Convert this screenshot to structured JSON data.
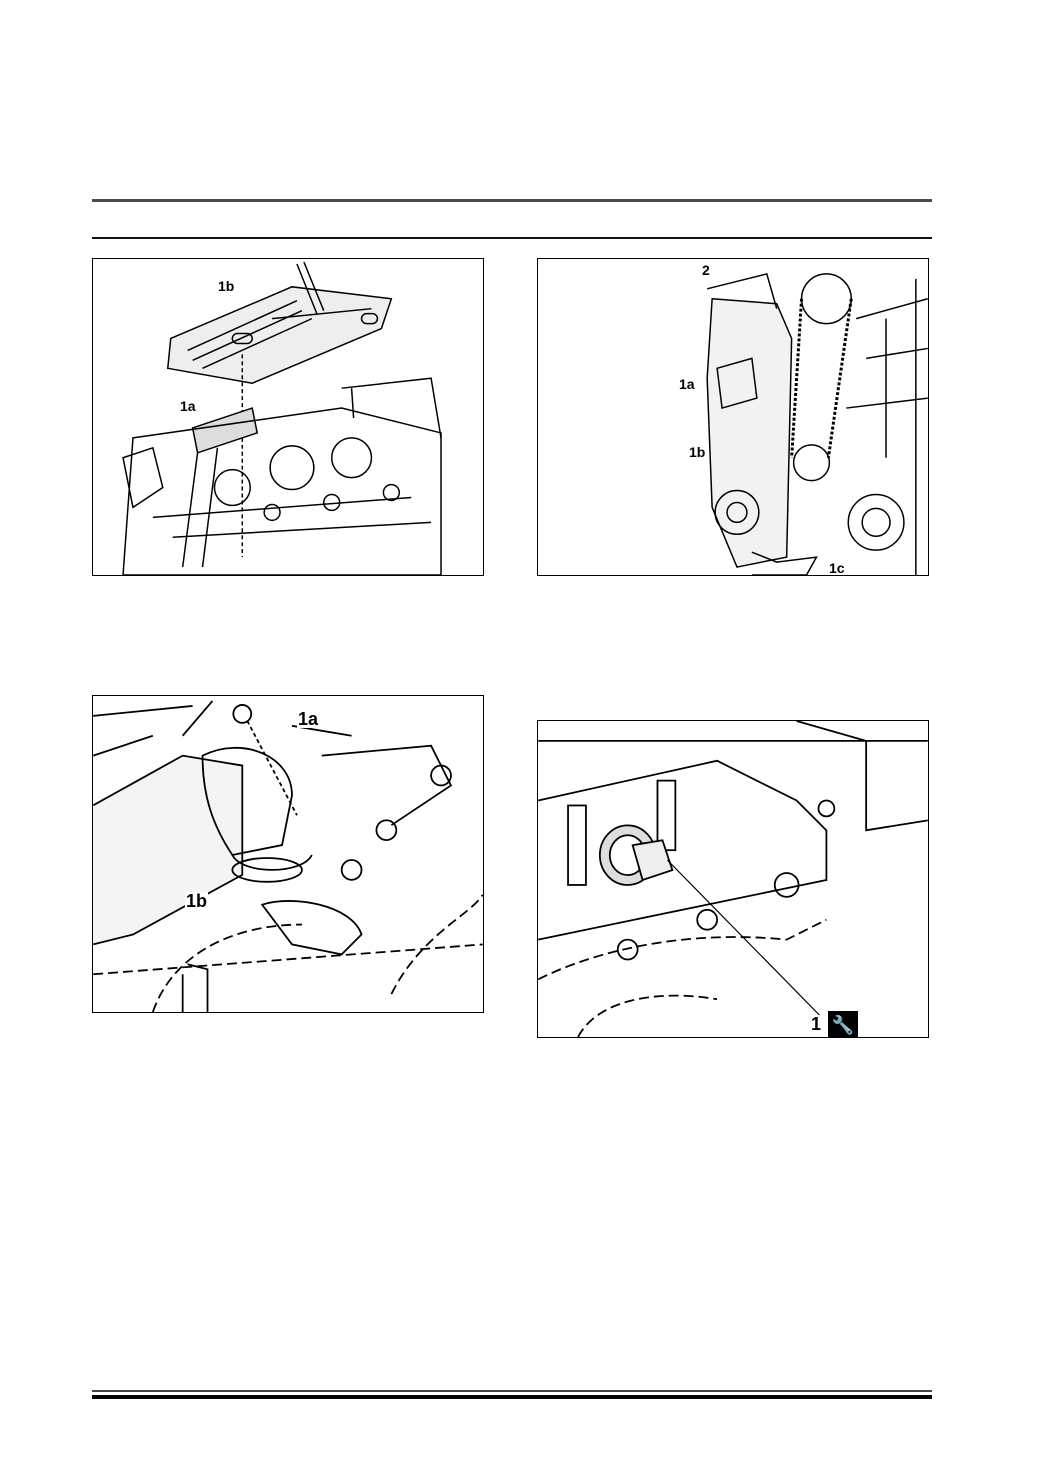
{
  "figures": [
    {
      "id": "fig-oil-sump",
      "labels": {
        "a": "1b",
        "b": "1a"
      }
    },
    {
      "id": "fig-timing-cover",
      "labels": {
        "a": "2",
        "b": "1a",
        "c": "1b",
        "d": "1c"
      }
    },
    {
      "id": "fig-thermostat-housing",
      "labels": {
        "a": "1a",
        "b": "1b"
      }
    },
    {
      "id": "fig-crank-seal-tool",
      "labels": {
        "a": "1"
      },
      "tool_icon": "wrench-icon"
    }
  ]
}
